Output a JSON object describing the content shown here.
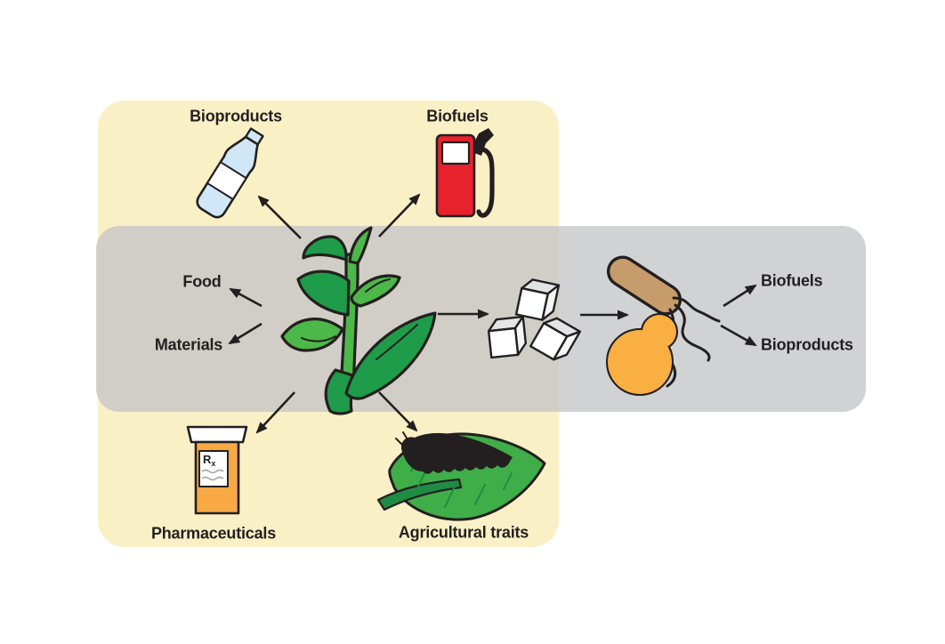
{
  "figure": {
    "description_visible_text_only": "",
    "plant_section": {
      "labels": {
        "bioproducts": "Bioproducts",
        "biofuels": "Biofuels",
        "food": "Food",
        "materials": "Materials",
        "pharmaceuticals": "Pharmaceuticals",
        "agricultural_traits": "Agricultural traits"
      },
      "rx": {
        "symbol": "R",
        "sub": "x"
      }
    },
    "microbe_section": {
      "labels": {
        "biofuels": "Biofuels",
        "bioproducts": "Bioproducts"
      }
    }
  },
  "icons": [
    "corn-plant-icon",
    "water-bottle-icon",
    "fuel-pump-icon",
    "pill-bottle-icon",
    "leaf-caterpillar-icon",
    "sugar-cubes-icon",
    "bacterium-icon",
    "yeast-icon",
    "arrow-icon"
  ],
  "colors": {
    "bg_yellow": "#FAF0C6",
    "band_gray": "rgba(193,195,197,0.75)",
    "outline": "#231F20",
    "text": "#231F20",
    "plant_dark": "#1E9C49",
    "plant_light": "#4CB848",
    "leaf_green": "#3FAE49",
    "leaf_dark": "#1E8C43",
    "bottle_blue": "#CFE7F7",
    "pump_red": "#E8222D",
    "pill_orange": "#F8A943",
    "bacterium_tan": "#C69C6D",
    "yeast_orange": "#F9AF41",
    "sugar_shade": "#E3E4E5",
    "sugar_side": "#F4F5F5",
    "squiggle_gray": "#A7A9AC"
  }
}
